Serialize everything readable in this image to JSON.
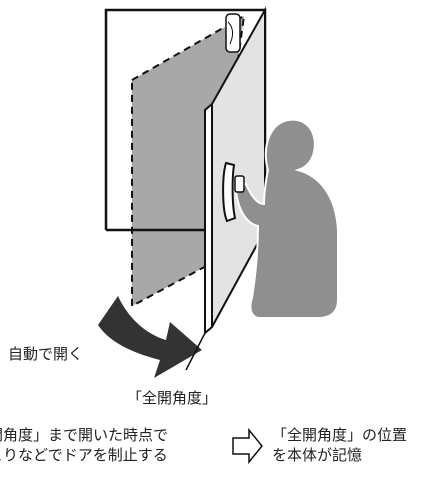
{
  "labels": {
    "auto_open": "自動で開く",
    "full_open_angle": "「全開角度」"
  },
  "notes": {
    "left": [
      "開角度」まで開いた時点で",
      "とりなどでドアを制止する"
    ],
    "right": [
      "「全開角度」の位置",
      "を本体が記憶"
    ]
  },
  "icons": {
    "rotation_arrow": "curved-arrow-icon",
    "result_arrow": "hollow-right-arrow-icon"
  },
  "colors": {
    "outline": "#111111",
    "door_panel": "#e3e3e3",
    "swing_shadow": "#a8a8a8",
    "person": "#8f8f8f"
  }
}
